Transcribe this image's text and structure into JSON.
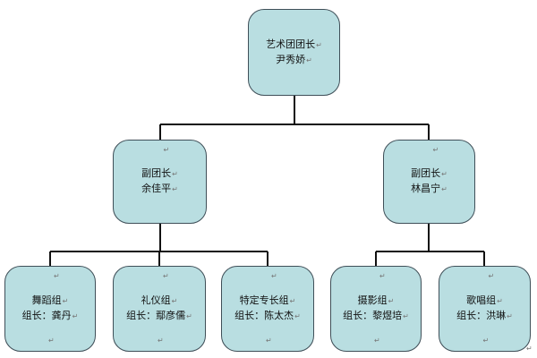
{
  "chart": {
    "director": {
      "title": "艺术团团长",
      "name": "尹秀娇"
    },
    "deputies": [
      {
        "title": "副团长",
        "name": "余佳平"
      },
      {
        "title": "副团长",
        "name": "林昌宁"
      }
    ],
    "groups": [
      {
        "title": "舞蹈组",
        "leader": "组长：龚丹"
      },
      {
        "title": "礼仪组",
        "leader": "组长：鄢彦儒"
      },
      {
        "title": "特定专长组",
        "leader": "组长：陈太杰"
      },
      {
        "title": "摄影组",
        "leader": "组长：黎煜培"
      },
      {
        "title": "歌唱组",
        "leader": "组长：洪琳"
      }
    ],
    "paragraph_mark": "↵",
    "colors": {
      "box_fill": "#b9dee1",
      "box_border": "#3f4f58",
      "line": "#111111"
    }
  }
}
